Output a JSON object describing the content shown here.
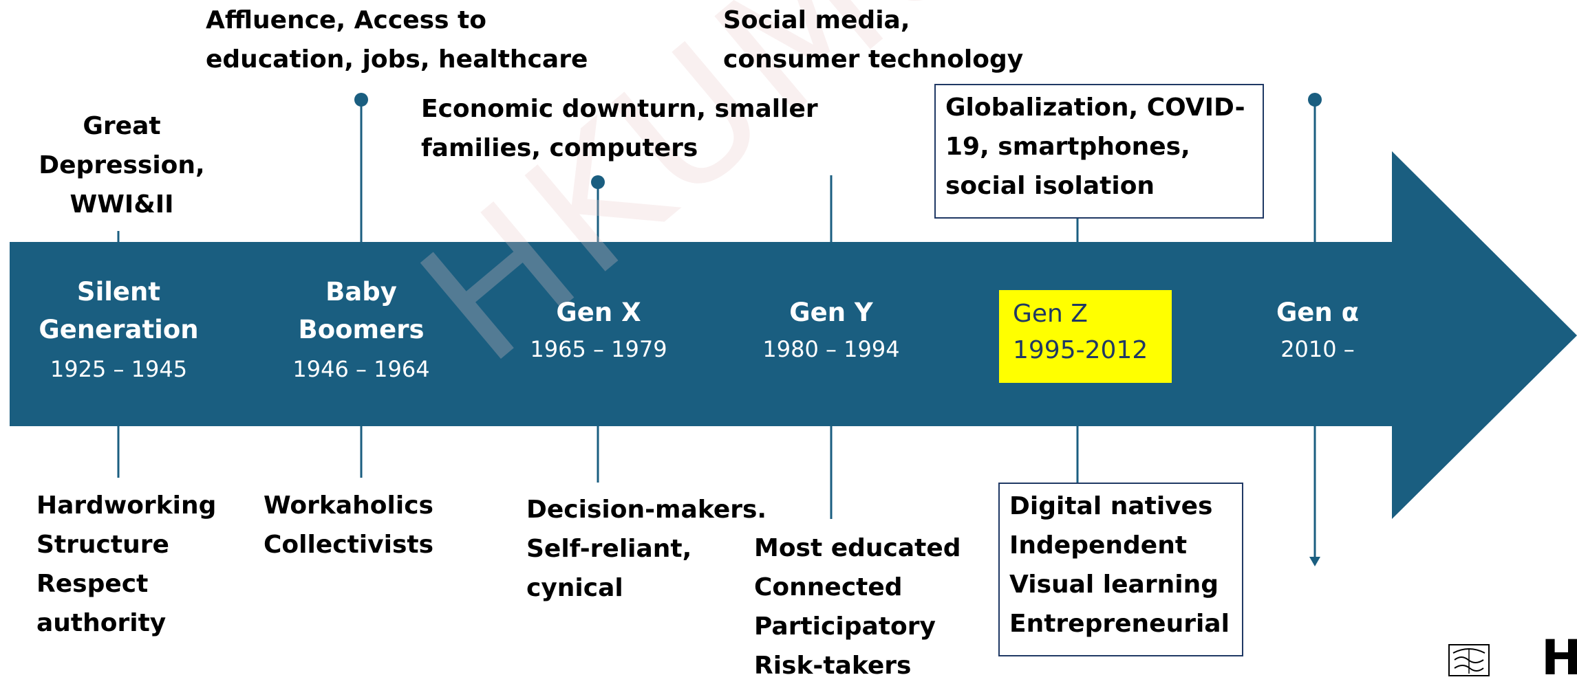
{
  "colors": {
    "arrow": "#1a5e80",
    "connector": "#1a5e80",
    "highlight": "#ffff00",
    "box_border": "#1f3864"
  },
  "watermark": "HKUMed",
  "logo": {
    "crest_icon": "university-crest-icon",
    "letter": "H"
  },
  "generations": [
    {
      "name": "Silent\nGeneration",
      "years": "1925 – 1945"
    },
    {
      "name": "Baby\nBoomers",
      "years": "1946 – 1964"
    },
    {
      "name": "Gen X",
      "years": "1965 – 1979"
    },
    {
      "name": "Gen Y",
      "years": "1980 – 1994"
    },
    {
      "name": "Gen Z",
      "years": "1995-2012"
    },
    {
      "name": "Gen α",
      "years": "2010 –"
    }
  ],
  "influences": [
    "Great\nDepression,\nWWI&II",
    "Affluence, Access to\neducation, jobs, healthcare",
    "Economic downturn, smaller\nfamilies, computers",
    "Social media,\nconsumer technology",
    "Globalization, COVID-\n19, smartphones,\nsocial isolation"
  ],
  "traits": [
    "Hardworking\nStructure\nRespect\nauthority",
    "Workaholics\nCollectivists",
    "Decision-makers.\nSelf-reliant,\ncynical",
    "Most educated\nConnected\nParticipatory\nRisk-takers",
    "Digital natives\nIndependent\nVisual learning\nEntrepreneurial"
  ]
}
